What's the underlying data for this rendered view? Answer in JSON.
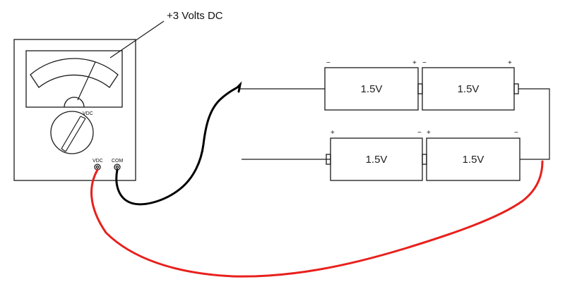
{
  "annotation": "+3 Volts DC",
  "meter": {
    "selector_label": "VDC",
    "jacks": [
      {
        "label": "VDC"
      },
      {
        "label": "COM"
      }
    ]
  },
  "battery_rows": [
    {
      "cells": [
        {
          "label": "1.5V",
          "left_polarity": "−",
          "right_polarity": "+"
        },
        {
          "label": "1.5V",
          "left_polarity": "−",
          "right_polarity": "+"
        }
      ]
    },
    {
      "cells": [
        {
          "label": "1.5V",
          "left_polarity": "+",
          "right_polarity": "−"
        },
        {
          "label": "1.5V",
          "left_polarity": "+",
          "right_polarity": "−"
        }
      ]
    }
  ],
  "colors": {
    "probe_com": "#000000",
    "probe_vdc": "#e8201c",
    "outline": "#1a1a1a"
  }
}
